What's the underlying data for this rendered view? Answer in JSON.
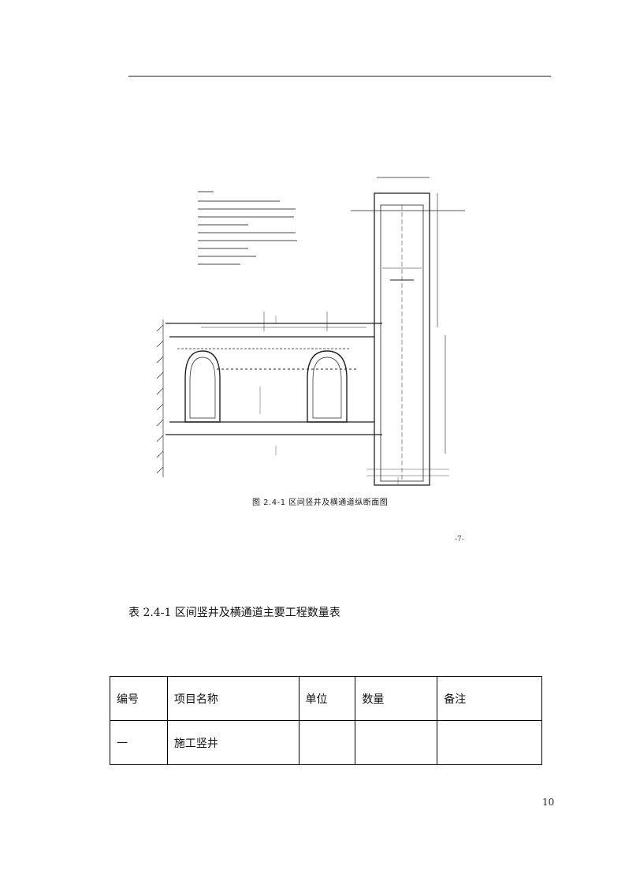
{
  "figure": {
    "caption": "图 2.4-1  区间竖井及横通道纵断面图",
    "alt_icon": "engineering-section-drawing"
  },
  "stray_mark": "-7-",
  "table": {
    "title": "表 2.4-1 区间竖井及横通道主要工程数量表",
    "headers": [
      "编号",
      "项目名称",
      "单位",
      "数量",
      "备注"
    ],
    "rows": [
      [
        "一",
        "施工竖井",
        "",
        "",
        ""
      ]
    ]
  },
  "page_number": "10"
}
